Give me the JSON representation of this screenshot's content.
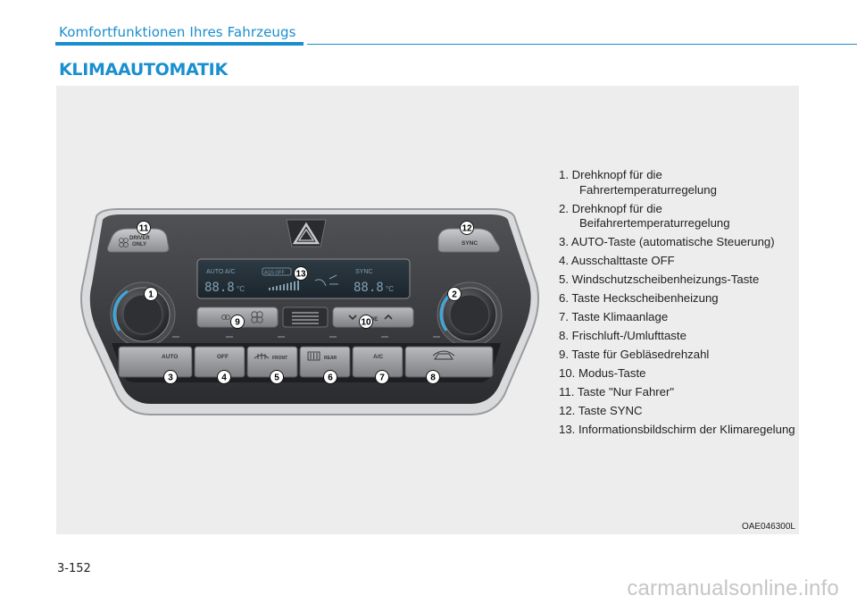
{
  "header": {
    "section_title": "Komfortfunktionen Ihres Fahrzeugs",
    "page_title": "KLIMAAUTOMATIK"
  },
  "figure": {
    "code": "OAE046300L",
    "panel": {
      "left_button": [
        "DRIVER",
        "ONLY"
      ],
      "right_button": "SYNC",
      "display": {
        "left_indicators": "AUTO  A/C",
        "aqs_badge": "AQS OFF",
        "right_indicator": "SYNC",
        "left_temp": "88.8",
        "right_temp": "88.8",
        "unit": "°C"
      },
      "mode_label": "MODE",
      "buttons": [
        "AUTO",
        "OFF",
        "FRONT",
        "REAR",
        "A/C"
      ]
    },
    "callouts": [
      "1",
      "2",
      "3",
      "4",
      "5",
      "6",
      "7",
      "8",
      "9",
      "10",
      "11",
      "12",
      "13"
    ]
  },
  "legend": [
    "1. Drehknopf für die Fahrertemperaturregelung",
    "2. Drehknopf für die Beifahrertemperaturregelung",
    "3. AUTO-Taste (automatische Steuerung)",
    "4. Ausschalttaste OFF",
    "5. Windschutzscheibenheizungs-Taste",
    "6. Taste Heckscheibenheizung",
    "7. Taste Klimaanlage",
    "8. Frischluft-/Umlufttaste",
    "9. Taste für Gebläsedrehzahl",
    "10. Modus-Taste",
    "11. Taste \"Nur Fahrer\"",
    "12. Taste SYNC",
    "13. Informationsbildschirm der Klimaregelung"
  ],
  "footer": {
    "page_number": "3-152",
    "watermark": "carmanualsonline.info"
  },
  "colors": {
    "accent": "#1a8fcf",
    "figure_background": "#ededed",
    "panel_dark": "#3a3b3e",
    "knob_ring": "#3aa8e0"
  }
}
